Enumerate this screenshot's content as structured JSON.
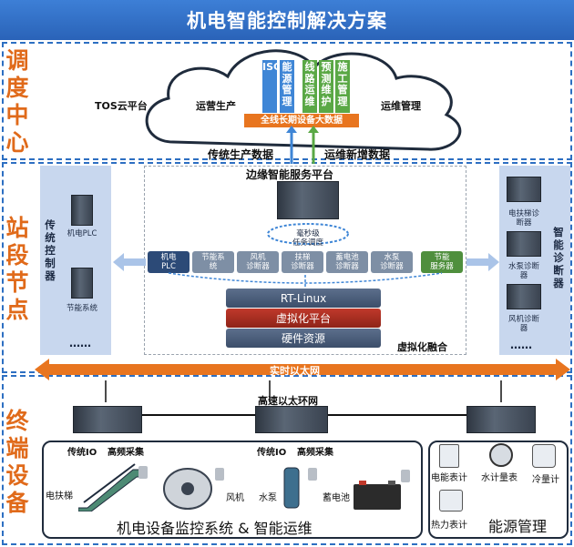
{
  "title": "机电智能控制解决方案",
  "sections": {
    "dispatch": "调度中心",
    "station": "站段节点",
    "terminal": "终端设备"
  },
  "cloud": {
    "tos": "TOS云平台",
    "ops_production": "运营生产",
    "ops_maintenance": "运维管理",
    "boxes": [
      "ISCS",
      "能源管理",
      "线路运维",
      "预测维护",
      "施工管理"
    ],
    "bigdata": "全线长期设备大数据"
  },
  "flows": {
    "traditional": "传统生产数据",
    "new_ops": "运维新增数据"
  },
  "edge": {
    "title": "边缘智能服务平台",
    "scheduling": [
      "毫秒级",
      "任务调度"
    ],
    "modules": [
      {
        "label": "机电\nPLC",
        "color": "#2c4a77"
      },
      {
        "label": "节能系\n统",
        "color": "#7e8fa5"
      },
      {
        "label": "风机\n诊断器",
        "color": "#7e8fa5"
      },
      {
        "label": "扶梯\n诊断器",
        "color": "#7e8fa5"
      },
      {
        "label": "蓄电池\n诊断器",
        "color": "#7e8fa5"
      },
      {
        "label": "水泵\n诊断器",
        "color": "#7e8fa5"
      },
      {
        "label": "节能\n服务器",
        "color": "#4f8f3d"
      }
    ],
    "layers": [
      "RT-Linux",
      "虚拟化平台",
      "硬件资源"
    ],
    "fusion": "虚拟化融合"
  },
  "left_panel": {
    "title": "传统控制器",
    "devices": [
      "机电PLC",
      "节能系统"
    ],
    "more": "……"
  },
  "right_panel": {
    "title": "智能诊断器",
    "devices": [
      "电扶梯诊断器",
      "水泵诊断器",
      "风机诊断器"
    ],
    "more": "……"
  },
  "network": {
    "realtime": "实时以太网",
    "ring": "高速以太环网"
  },
  "terminal": {
    "left_labels": {
      "io1": "传统IO",
      "hf1": "高频采集",
      "io2": "传统IO",
      "hf2": "高频采集",
      "escalator": "电扶梯",
      "fan": "风机",
      "pump": "水泵",
      "battery": "蓄电池"
    },
    "system_caption": "机电设备监控系统 & 智能运维",
    "meters": [
      "电能表计",
      "水计量表",
      "冷量计",
      "热力表计"
    ],
    "energy_caption": "能源管理"
  },
  "colors": {
    "accent_orange": "#e8751f",
    "blue": "#2d6fc2",
    "green": "#4f8f3d"
  }
}
